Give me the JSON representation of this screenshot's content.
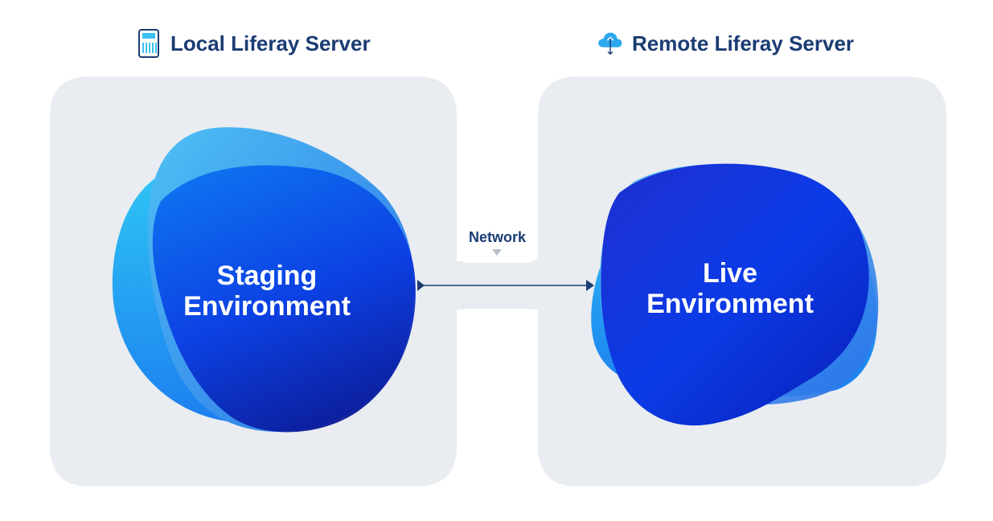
{
  "local_server": {
    "title": "Local Liferay Server",
    "icon": "server-icon",
    "environment": {
      "line1": "Staging",
      "line2": "Environment"
    }
  },
  "remote_server": {
    "title": "Remote Liferay Server",
    "icon": "cloud-upload-icon",
    "environment": {
      "line1": "Live",
      "line2": "Environment"
    }
  },
  "network": {
    "label": "Network"
  },
  "colors": {
    "panel": "#e9ecf0",
    "title_text": "#1b3c73",
    "blob_light": "#22a7f0",
    "blob_dark": "#0b2fd8",
    "connector": "#1b3c73"
  }
}
